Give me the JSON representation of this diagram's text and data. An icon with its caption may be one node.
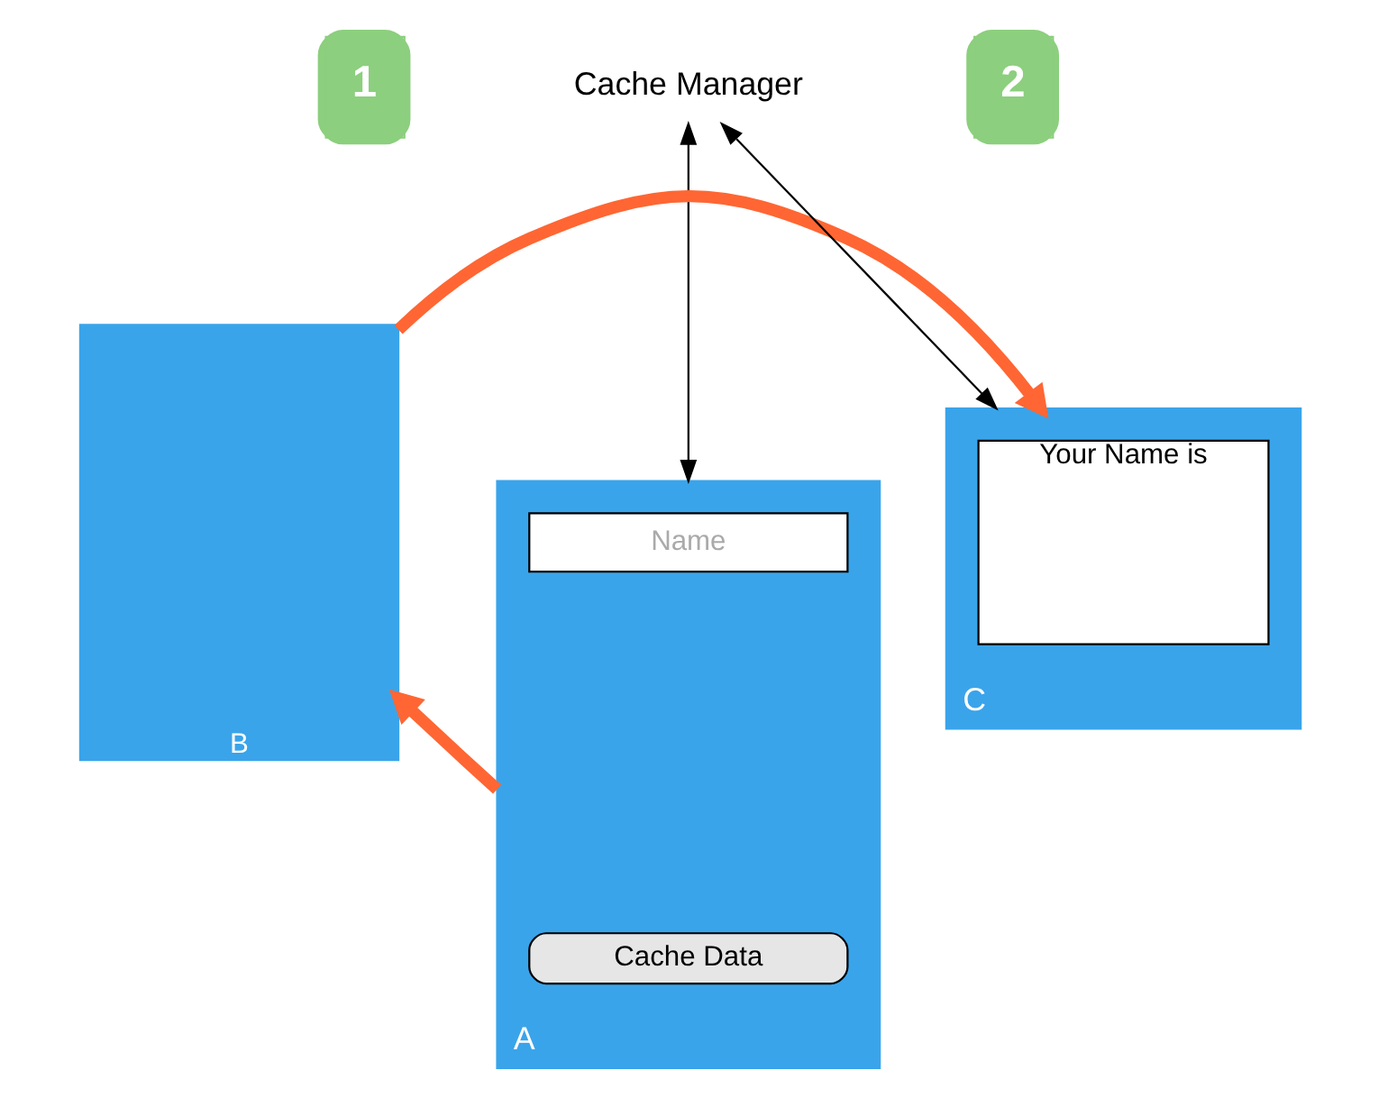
{
  "diagram": {
    "nodes": [
      {
        "text": [
          "Cache Manager"
        ]
      },
      {
        "text": [
          "A"
        ]
      },
      {
        "text": [
          "Name"
        ],
        "in": 1
      },
      {
        "text": [
          "Cache Data"
        ],
        "in": 1
      },
      {
        "text": [
          "B"
        ]
      },
      {
        "text": [
          "C"
        ]
      },
      {
        "text": [
          "Your Name is"
        ],
        "in": 5
      }
    ],
    "edges": [
      {
        "from": 1,
        "to": 0,
        "arrow": "both"
      },
      {
        "from": 5,
        "to": 0,
        "arrow": "both"
      },
      {
        "from": 1,
        "to": 4,
        "arrow": "to",
        "style": "thick",
        "color": "#ff6633"
      },
      {
        "from": 4,
        "to": 5,
        "arrow": "to",
        "style": "thick",
        "color": "#ff6633"
      }
    ],
    "labels": [
      "1",
      "2"
    ]
  }
}
